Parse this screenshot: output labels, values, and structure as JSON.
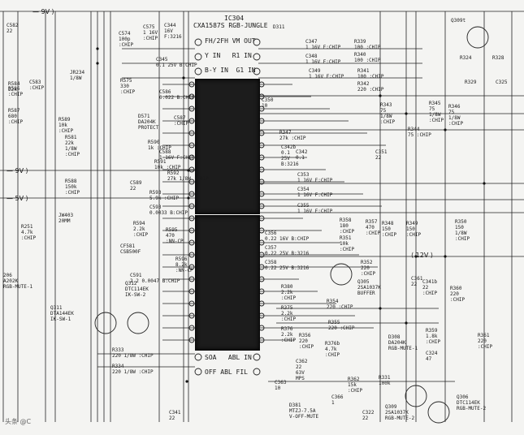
{
  "ic": {
    "ref": "IC304",
    "part": "CXA1587S RGB-JUNGLE",
    "pins_top": [
      "FH/2FH VM OUT",
      "Y IN   R1 IN",
      "B-Y IN  G1 IN"
    ],
    "pins_bottom": [
      "SOA   ABL IN",
      "OFF ABL FIL"
    ]
  },
  "rails": [
    "9V",
    "9V",
    "5V",
    "12V"
  ],
  "labels": [
    "C582\n22",
    "C583\n:CHIP",
    "R584\n22k",
    "R586\n:CHIP",
    "R587\n680\n:CHIP",
    "C574\n100p\n:CHIP",
    "C575\n1 16V\n:CHIP",
    "R575\n330\n:CHIP",
    "JR234\n1/8W",
    "C344\n16V\nF:3216",
    "C345\n0.1 25V B:CHIP",
    "C586\n0.022 B:CHIP",
    "D571\nDA204K\nPROTECT",
    "C587\n:CHIP",
    "R589\n10k\n:CHIP",
    "R581\n22k\n1/8W\n:CHIP",
    "R590\n1k :CHIP",
    "C588\n1 16V F:CHIP",
    "R591\n10k :CHIP",
    "R592\n27k 1/8W :CHIP",
    "R588\n150k\n:CHIP",
    "C589\n22",
    "R593\n5.9k :CHIP",
    "C593\n0.0033 B:CHIP",
    "JW403\n20MM",
    "R251\n4.7k\n:CHIP",
    "R594\n2.2k\n:CHIP",
    "R595\n470\n:NN-CP",
    "CF581\nCSB500F",
    "R596\n8.2k\n:NN-CP",
    "C591\n2.2 0.0047 B:CHIP",
    "Q312\nDTC114EK\nIK-SW-2",
    "Q311\nDTA144EK\nIK-SW-1",
    "206\nA202K\nRGB-MUTE-1",
    "R333\n220 1/8W :CHIP",
    "R334\n220 1/8W :CHIP",
    "C341\n22",
    "C342\n0.1",
    "D311",
    "C347\n1 16V F:CHIP",
    "R339\n100 :CHIP",
    "C348\n1 16V F:CHIP",
    "R340\n100 :CHIP",
    "C349\n1 16V F:CHIP",
    "R341\n100 :CHIP",
    "R342\n220 :CHIP",
    "C350\n10",
    "R347\n27k :CHIP",
    "C342b\n0.1\n25V\nB:3216",
    "C351\n22",
    "R343\n75\n1/8W\n:CHIP",
    "R345\n75\n1/8W\n:CHIP",
    "R346\n75\n1/8W\n:CHIP",
    "R344\n75 :CHIP",
    "C353\n1 16V F:CHIP",
    "C354\n1 16V F:CHIP",
    "C355\n1 16V F:CHIP",
    "R358\n180\n:CHIP",
    "R357\n470\n:CHIP",
    "R348\n150\n:CHIP",
    "R349\n150\n:CHIP",
    "R350\n150\n1/8W\n:CHIP",
    "R351\n10k\n:CHIP",
    "C356\n0.22 16V B:CHIP",
    "C357\n0.22 25V B:3216",
    "C358\n0.22 25V B:3216",
    "R352\n220\n:CHIP",
    "Q305\n2SA1037K\nBUFFER",
    "C361\n22",
    "R360\n220\n:CHIP",
    "R380\n2.2k\n:CHIP",
    "R375\n2.2k\n:CHIP",
    "R376\n2.2k\n:CHIP",
    "R354\n220 :CHIP",
    "R355\n220 :CHIP",
    "R356\n220\n:CHIP",
    "R359\n1.8k\n:CHIP",
    "R361\n220\n:CHIP",
    "C324\n47",
    "R376b\n4.7k\n:CHIP",
    "D308\nDA204K\nRGB-MUTE-1",
    "R331\n100k",
    "R362\n15k\n:CHIP",
    "C362\n22\n63V\nMPS",
    "C363\n10",
    "C366\n1",
    "D381\nMTZJ-7.5A\nV-OFF-MUTE",
    "C322\n22",
    "Q309\n2SA1037K\nRGB-MUTE-2",
    "Q306\nDTC114EK\nRGB-MUTE-2",
    "C341b\n22\n:CHIP",
    "Q309t",
    "R324",
    "R328",
    "R329",
    "C325"
  ],
  "watermark": "头条 @C"
}
